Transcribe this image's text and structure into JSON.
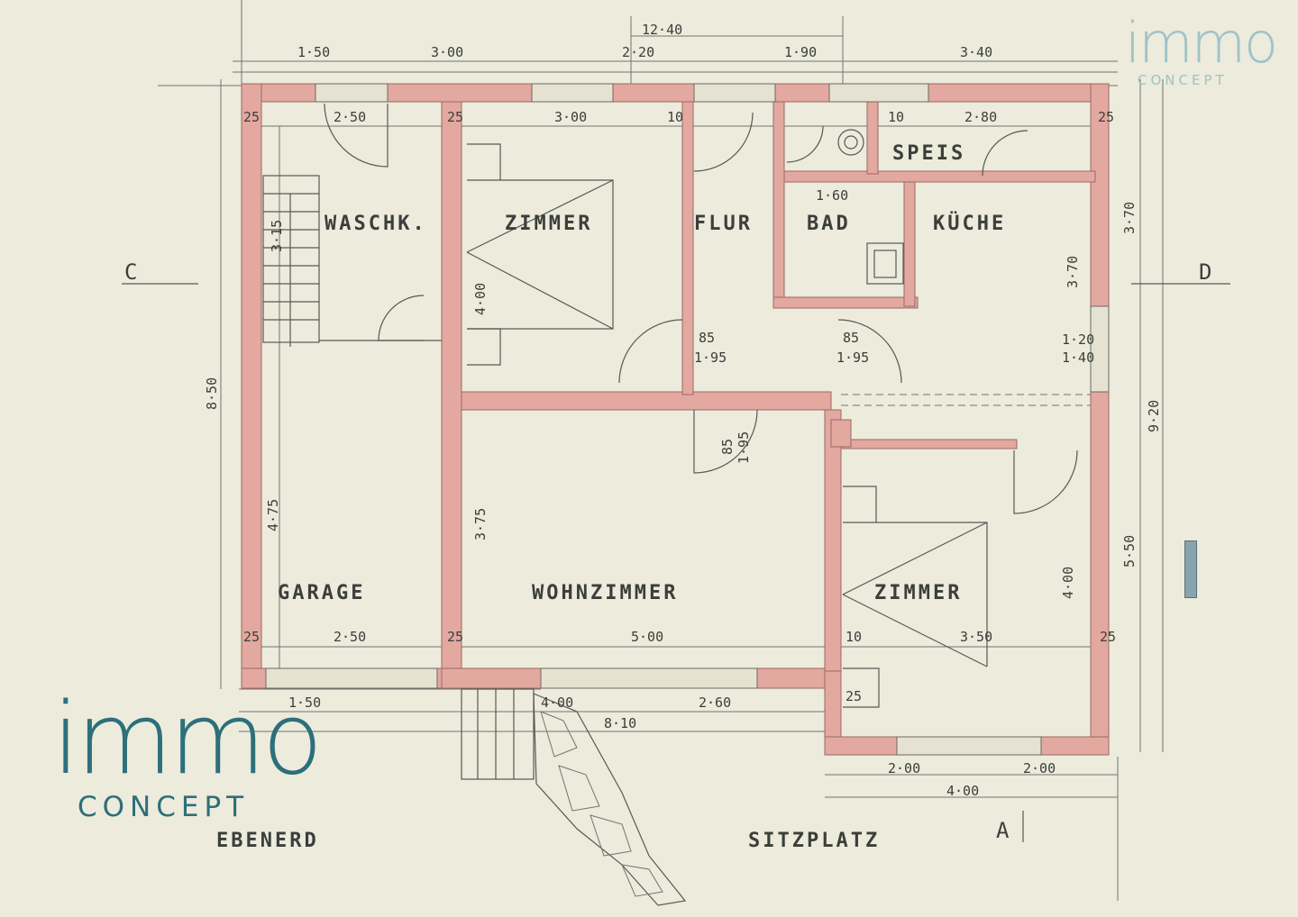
{
  "brand": {
    "logo_word": "immo",
    "logo_sub": "CONCEPT",
    "accent": "#2d6f7a"
  },
  "rooms": {
    "waschk": "WASCHK.",
    "zimmer_top": "ZIMMER",
    "flur": "FLUR",
    "bad": "BAD",
    "kueche": "KÜCHE",
    "speis": "SPEIS",
    "garage": "GARAGE",
    "wohnzimmer": "WOHNZIMMER",
    "zimmer_bottom": "ZIMMER"
  },
  "labels": {
    "floor": "EBENERD",
    "terrace": "SITZPLATZ",
    "section_left": "C",
    "section_right": "D",
    "section_bottom": "A"
  },
  "dimensions": {
    "top_150": "1·50",
    "top_300": "3·00",
    "top_1240": "12·40",
    "top_220": "2·20",
    "top_190": "1·90",
    "top_340": "3·40",
    "inner_250": "2·50",
    "inner_300": "3·00",
    "inner_280": "2·80",
    "inner_160": "1·60",
    "inner_315": "3·15",
    "inner_400": "4·00",
    "right_370": "3·70",
    "right_920": "9·20",
    "right_550": "5·50",
    "right_400": "4·00",
    "left_850": "8·50",
    "left_475": "4·75",
    "mid_375": "3·75",
    "door_85a": "85",
    "door_195a": "1·95",
    "door_85b": "85",
    "door_195b": "1·95",
    "door_85c": "85",
    "door_195c": "1·95",
    "bottom_250": "2·50",
    "bottom_500": "5·00",
    "bottom_350": "3·50",
    "bottom_150": "1·50",
    "bottom_400a": "4·00",
    "bottom_810": "8·10",
    "bottom_260": "2·60",
    "bottom_200a": "2·00",
    "bottom_200b": "2·00",
    "bottom_400b": "4·00",
    "t25a": "25",
    "t25b": "25",
    "t25c": "25",
    "t25d": "25",
    "t25e": "25",
    "t25f": "25",
    "t25g": "25",
    "t10a": "10",
    "t10b": "10",
    "t10c": "10",
    "win_120": "1·20",
    "win_140": "1·40"
  }
}
